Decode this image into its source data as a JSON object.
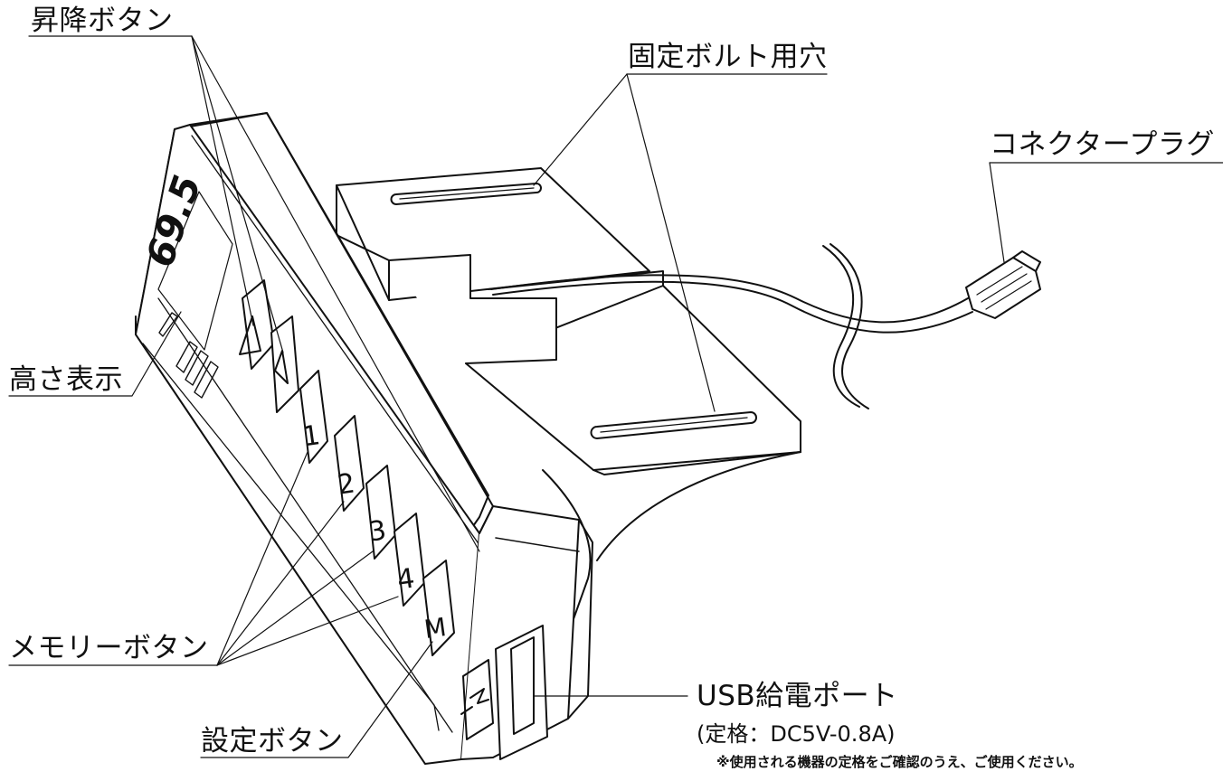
{
  "labels": {
    "up_down_buttons": "昇降ボタン",
    "fixing_bolt_holes": "固定ボルト用穴",
    "connector_plug": "コネクタープラグ",
    "height_display": "高さ表示",
    "memory_buttons": "メモリーボタン",
    "set_button": "設定ボタン",
    "usb_port": "USB給電ポート",
    "usb_rating": "(定格：DC5V-0.8A)",
    "usb_note": "※使用される機器の定格をご確認のうえ、ご使用ください。"
  },
  "device": {
    "display_value": "69.5",
    "memory_keys": [
      "1",
      "2",
      "3",
      "4"
    ],
    "set_key": "M"
  },
  "colors": {
    "line": "#111111",
    "background": "#ffffff"
  }
}
